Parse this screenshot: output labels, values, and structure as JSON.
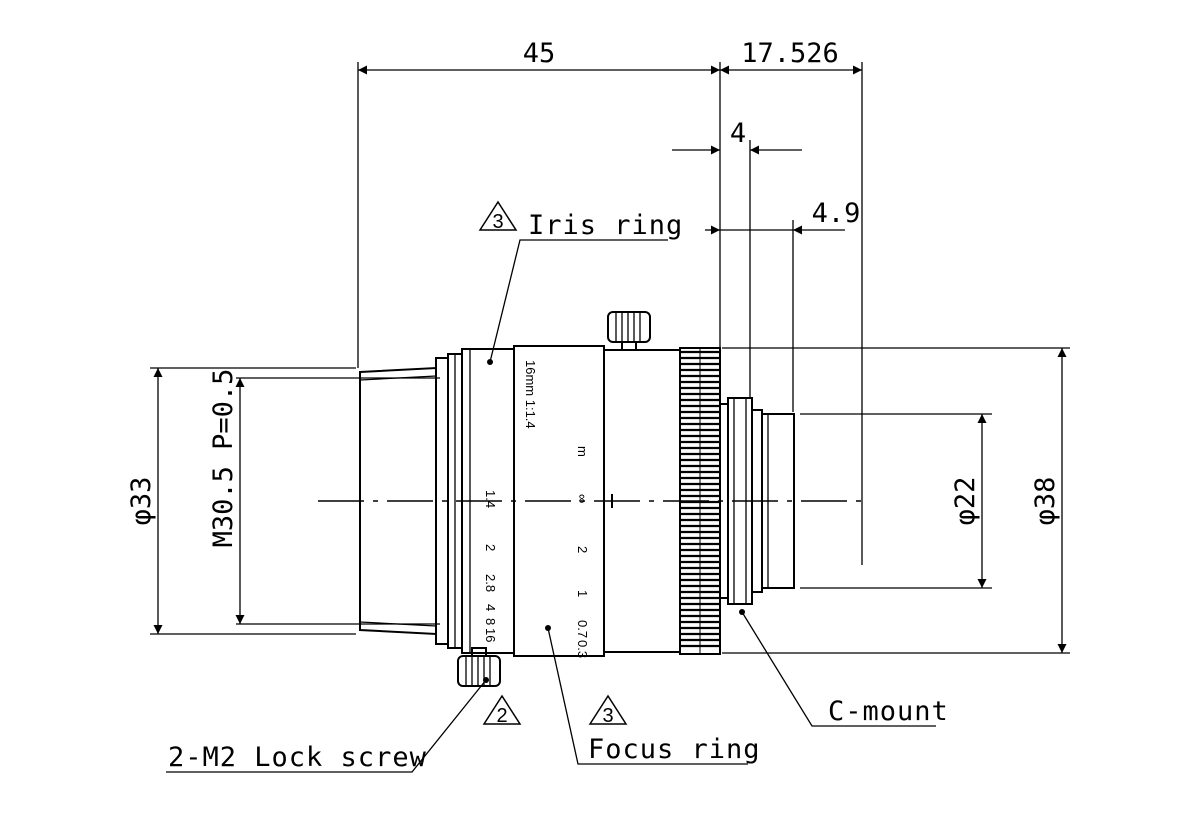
{
  "dimensions": {
    "overall_length": "45",
    "flange_back": "17.526",
    "mount_length": "4",
    "back_protrusion": "4.9",
    "front_diameter": "φ33",
    "filter_thread": "M30.5 P=0.5",
    "mount_diameter": "φ22",
    "body_diameter": "φ38"
  },
  "callouts": {
    "iris_ring": {
      "label": "Iris ring",
      "note": "3"
    },
    "focus_ring": {
      "label": "Focus ring",
      "note": "3"
    },
    "lock_screw": {
      "label": "2-M2 Lock screw",
      "note": "2"
    },
    "c_mount": {
      "label": "C-mount"
    }
  },
  "engravings": {
    "model": "16mm 1:1.4",
    "iris_scale": [
      "1.4",
      "2",
      "2.8",
      "4",
      "8",
      "16"
    ],
    "focus_unit": "m",
    "focus_scale": [
      "∞",
      "2",
      "1",
      "0.7",
      "0.3"
    ]
  }
}
